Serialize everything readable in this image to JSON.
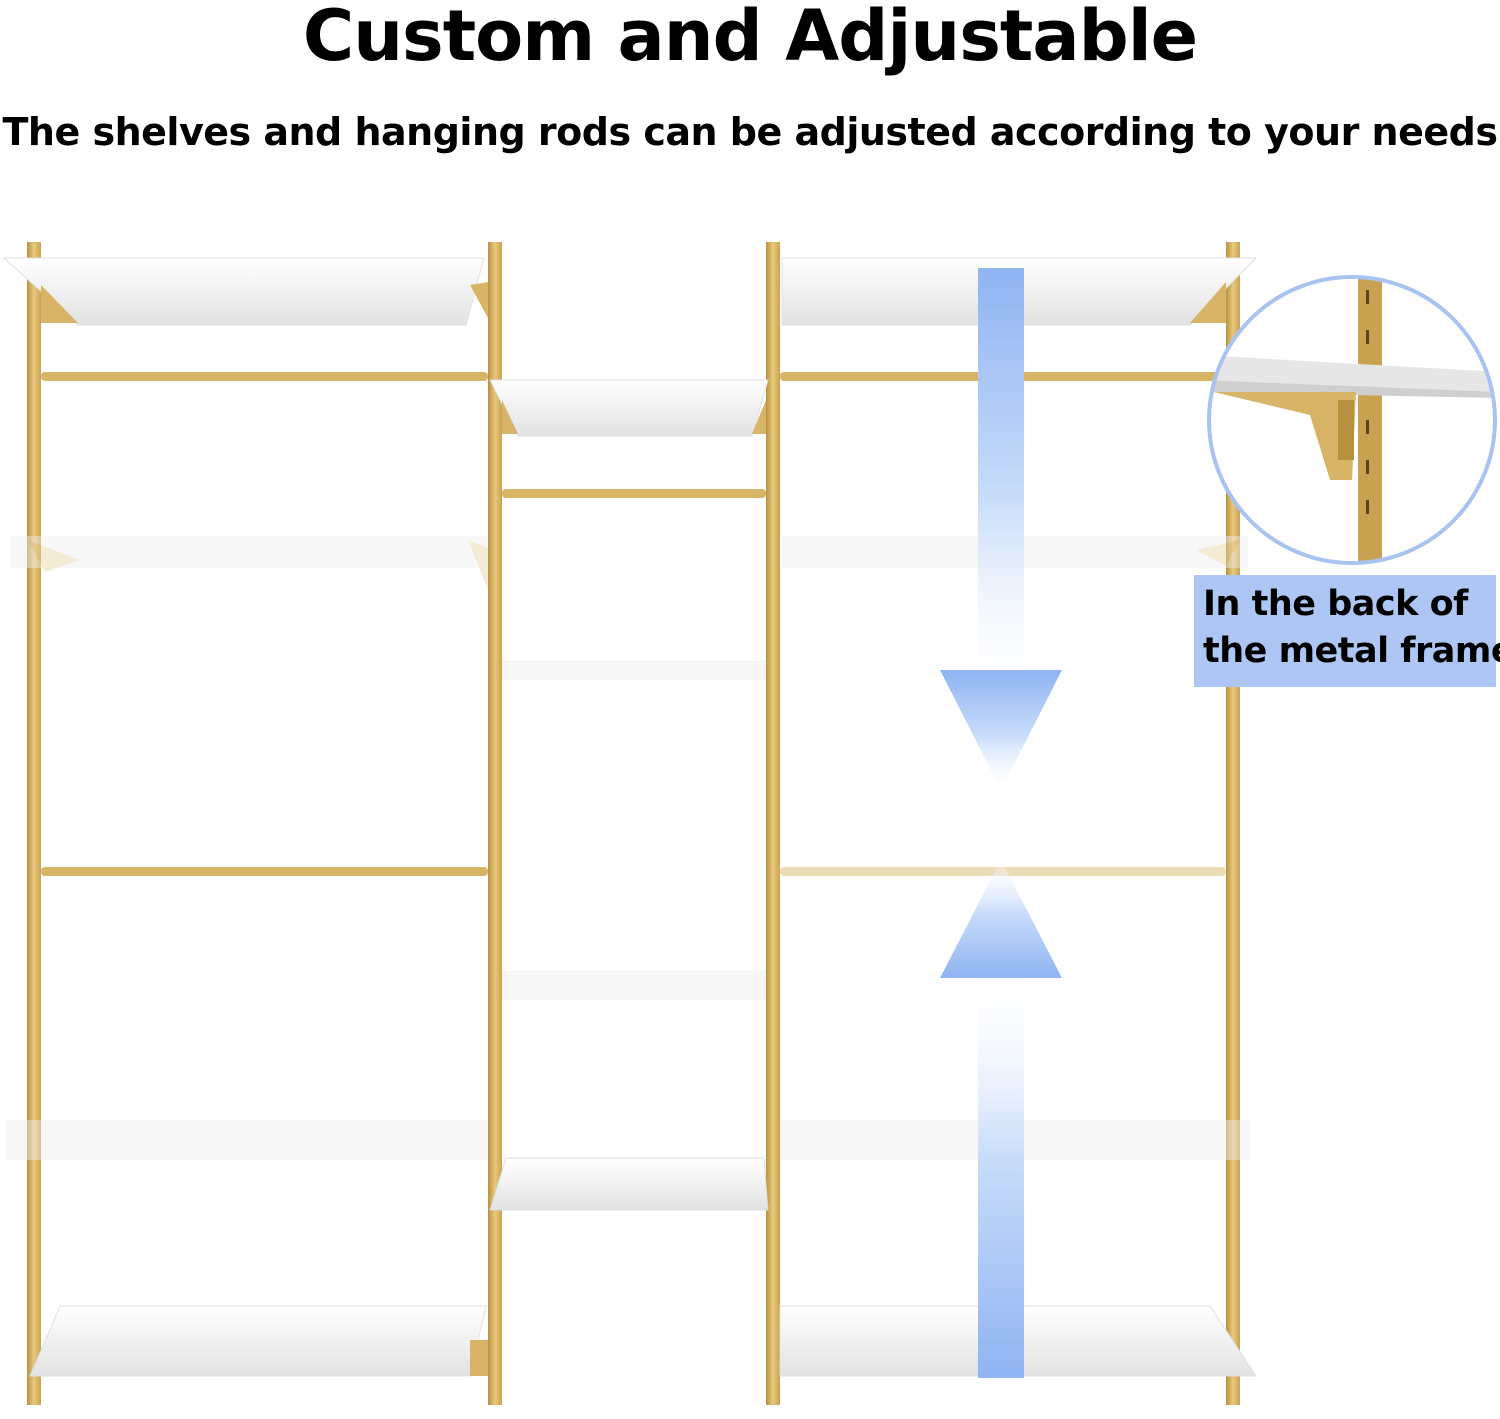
{
  "headline": "Custom and Adjustable",
  "subheadline": "The shelves  and hanging rods can be adjusted according to your needs",
  "callout": {
    "line1": "In the back of",
    "line2": "the metal frame"
  },
  "colors": {
    "frame_gold": "#d7b466",
    "frame_gold_dark": "#b8913f",
    "shelf_white": "#f4f4f4",
    "arrow_blue": "#8fb4f3",
    "callout_bg": "#aec6f4",
    "zoom_circle_border": "#a9c3f1"
  },
  "icons": {
    "adjust_arrow": "double-headed-vertical-arrow-icon",
    "zoom_detail": "magnified-bracket-detail"
  }
}
